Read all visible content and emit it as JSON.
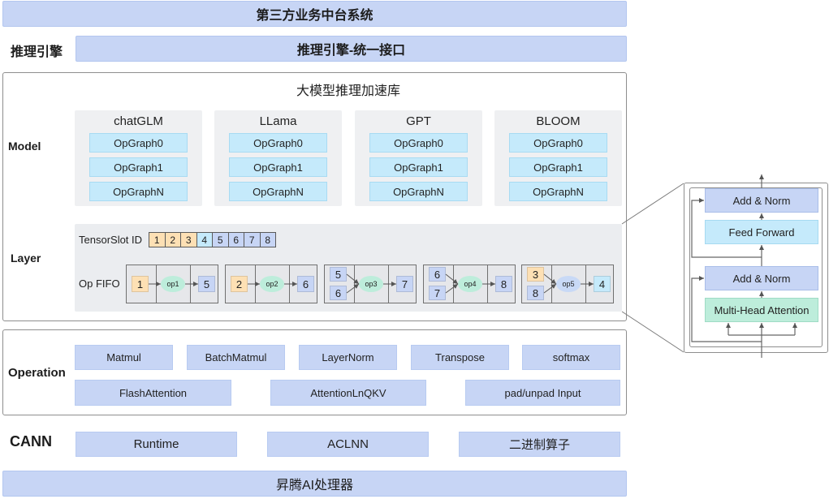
{
  "top_bar": {
    "label": "第三方业务中台系统"
  },
  "engine": {
    "label": "推理引擎",
    "interface": "推理引擎-统一接口"
  },
  "library": {
    "title": "大模型推理加速库",
    "model_label": "Model",
    "layer_label": "Layer",
    "models": [
      {
        "name": "chatGLM",
        "graphs": [
          "OpGraph0",
          "OpGraph1",
          "OpGraphN"
        ]
      },
      {
        "name": "LLama",
        "graphs": [
          "OpGraph0",
          "OpGraph1",
          "OpGraphN"
        ]
      },
      {
        "name": "GPT",
        "graphs": [
          "OpGraph0",
          "OpGraph1",
          "OpGraphN"
        ]
      },
      {
        "name": "BLOOM",
        "graphs": [
          "OpGraph0",
          "OpGraph1",
          "OpGraphN"
        ]
      }
    ],
    "tensor_slot": {
      "label": "TensorSlot ID",
      "slots": [
        {
          "id": "1",
          "fill": "#fde0b4"
        },
        {
          "id": "2",
          "fill": "#fde0b4"
        },
        {
          "id": "3",
          "fill": "#fde0b4"
        },
        {
          "id": "4",
          "fill": "#c5eafb"
        },
        {
          "id": "5",
          "fill": "#c7d5f5"
        },
        {
          "id": "6",
          "fill": "#c7d5f5"
        },
        {
          "id": "7",
          "fill": "#c7d5f5"
        },
        {
          "id": "8",
          "fill": "#c7d5f5"
        }
      ]
    },
    "op_fifo": {
      "label": "Op FIFO",
      "groups": [
        {
          "inputs": [
            {
              "id": "1",
              "fill": "#fde0b4"
            }
          ],
          "op": "op1",
          "op_fill": "#bdeddb",
          "output": {
            "id": "5",
            "fill": "#c7d5f5"
          }
        },
        {
          "inputs": [
            {
              "id": "2",
              "fill": "#fde0b4"
            }
          ],
          "op": "op2",
          "op_fill": "#bdeddb",
          "output": {
            "id": "6",
            "fill": "#c7d5f5"
          }
        },
        {
          "inputs": [
            {
              "id": "5",
              "fill": "#c7d5f5"
            },
            {
              "id": "6",
              "fill": "#c7d5f5"
            }
          ],
          "op": "op3",
          "op_fill": "#bdeddb",
          "output": {
            "id": "7",
            "fill": "#c7d5f5"
          }
        },
        {
          "inputs": [
            {
              "id": "6",
              "fill": "#c7d5f5"
            },
            {
              "id": "7",
              "fill": "#c7d5f5"
            }
          ],
          "op": "op4",
          "op_fill": "#bdeddb",
          "output": {
            "id": "8",
            "fill": "#c7d5f5"
          }
        },
        {
          "inputs": [
            {
              "id": "3",
              "fill": "#fde0b4"
            },
            {
              "id": "8",
              "fill": "#c7d5f5"
            }
          ],
          "op": "op5",
          "op_fill": "#c8d9f6",
          "output": {
            "id": "4",
            "fill": "#c5eafb"
          }
        }
      ]
    }
  },
  "operation": {
    "label": "Operation",
    "row1": [
      "Matmul",
      "BatchMatmul",
      "LayerNorm",
      "Transpose",
      "softmax"
    ],
    "row2": [
      "FlashAttention",
      "AttentionLnQKV",
      "pad/unpad Input"
    ]
  },
  "cann": {
    "label": "CANN",
    "items": [
      "Runtime",
      "ACLNN",
      "二进制算子"
    ]
  },
  "processor": {
    "label": "昇腾AI处理器"
  },
  "transformer": {
    "blocks": [
      {
        "label": "Add & Norm",
        "fill": "#c7d5f5"
      },
      {
        "label": "Feed Forward",
        "fill": "#c5eafb"
      },
      {
        "label": "Add & Norm",
        "fill": "#c7d5f5"
      },
      {
        "label": "Multi-Head Attention",
        "fill": "#bdeddb"
      }
    ]
  }
}
